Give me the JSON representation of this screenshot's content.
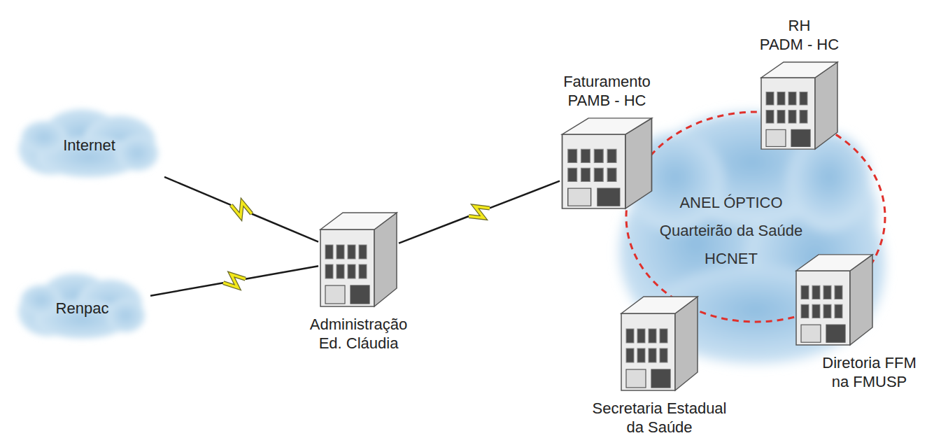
{
  "diagram": {
    "nodes": [
      {
        "text": [
          "Internet"
        ]
      },
      {
        "text": [
          "Renpac"
        ]
      },
      {
        "text": [
          "Administração Ed. Cláudia"
        ]
      },
      {
        "text": [
          "Faturamento PAMB - HC"
        ]
      },
      {
        "text": [
          "RH",
          "PADM - HC"
        ]
      },
      {
        "text": [
          "ANEL ÓPTICO Quarteirão da Saúde HCNET"
        ]
      },
      {
        "text": [
          "Secretaria Estadual da Saúde"
        ]
      },
      {
        "text": [
          "Diretoria FFM na FMUSP"
        ]
      }
    ],
    "edges": [
      {
        "from": 0,
        "to": 2,
        "arrow": "none"
      },
      {
        "from": 1,
        "to": 2,
        "arrow": "none"
      },
      {
        "from": 2,
        "to": 3,
        "arrow": "none"
      }
    ]
  }
}
